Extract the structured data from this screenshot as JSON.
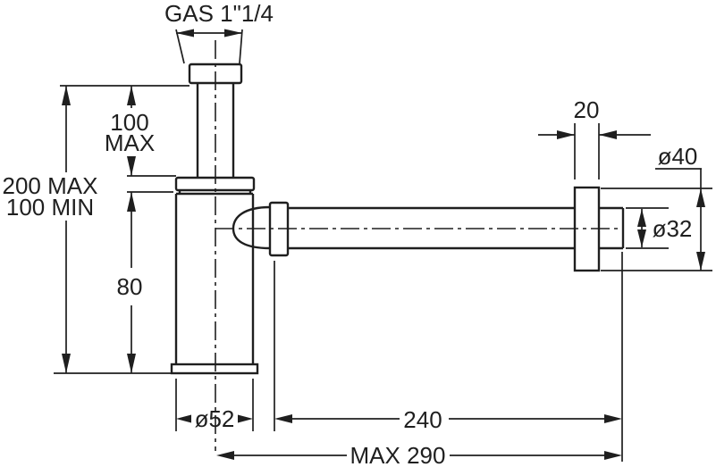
{
  "drawing": {
    "type": "technical-dimension-drawing",
    "subject": "Bottle trap siphon with horizontal wall outlet pipe",
    "background_color": "#ffffff",
    "line_color": "#1f1f1f",
    "labels": {
      "thread": "GAS 1\"1/4",
      "overall_height_line1": "200 MAX",
      "overall_height_line2": "100 MIN",
      "inlet_height_line1": "100",
      "inlet_height_line2": "MAX",
      "body_height": "80",
      "rosette_depth": "20",
      "rosette_diameter": "ø40",
      "pipe_diameter": "ø32",
      "body_diameter": "ø52",
      "pipe_length": "240",
      "overall_length": "MAX 290"
    }
  }
}
